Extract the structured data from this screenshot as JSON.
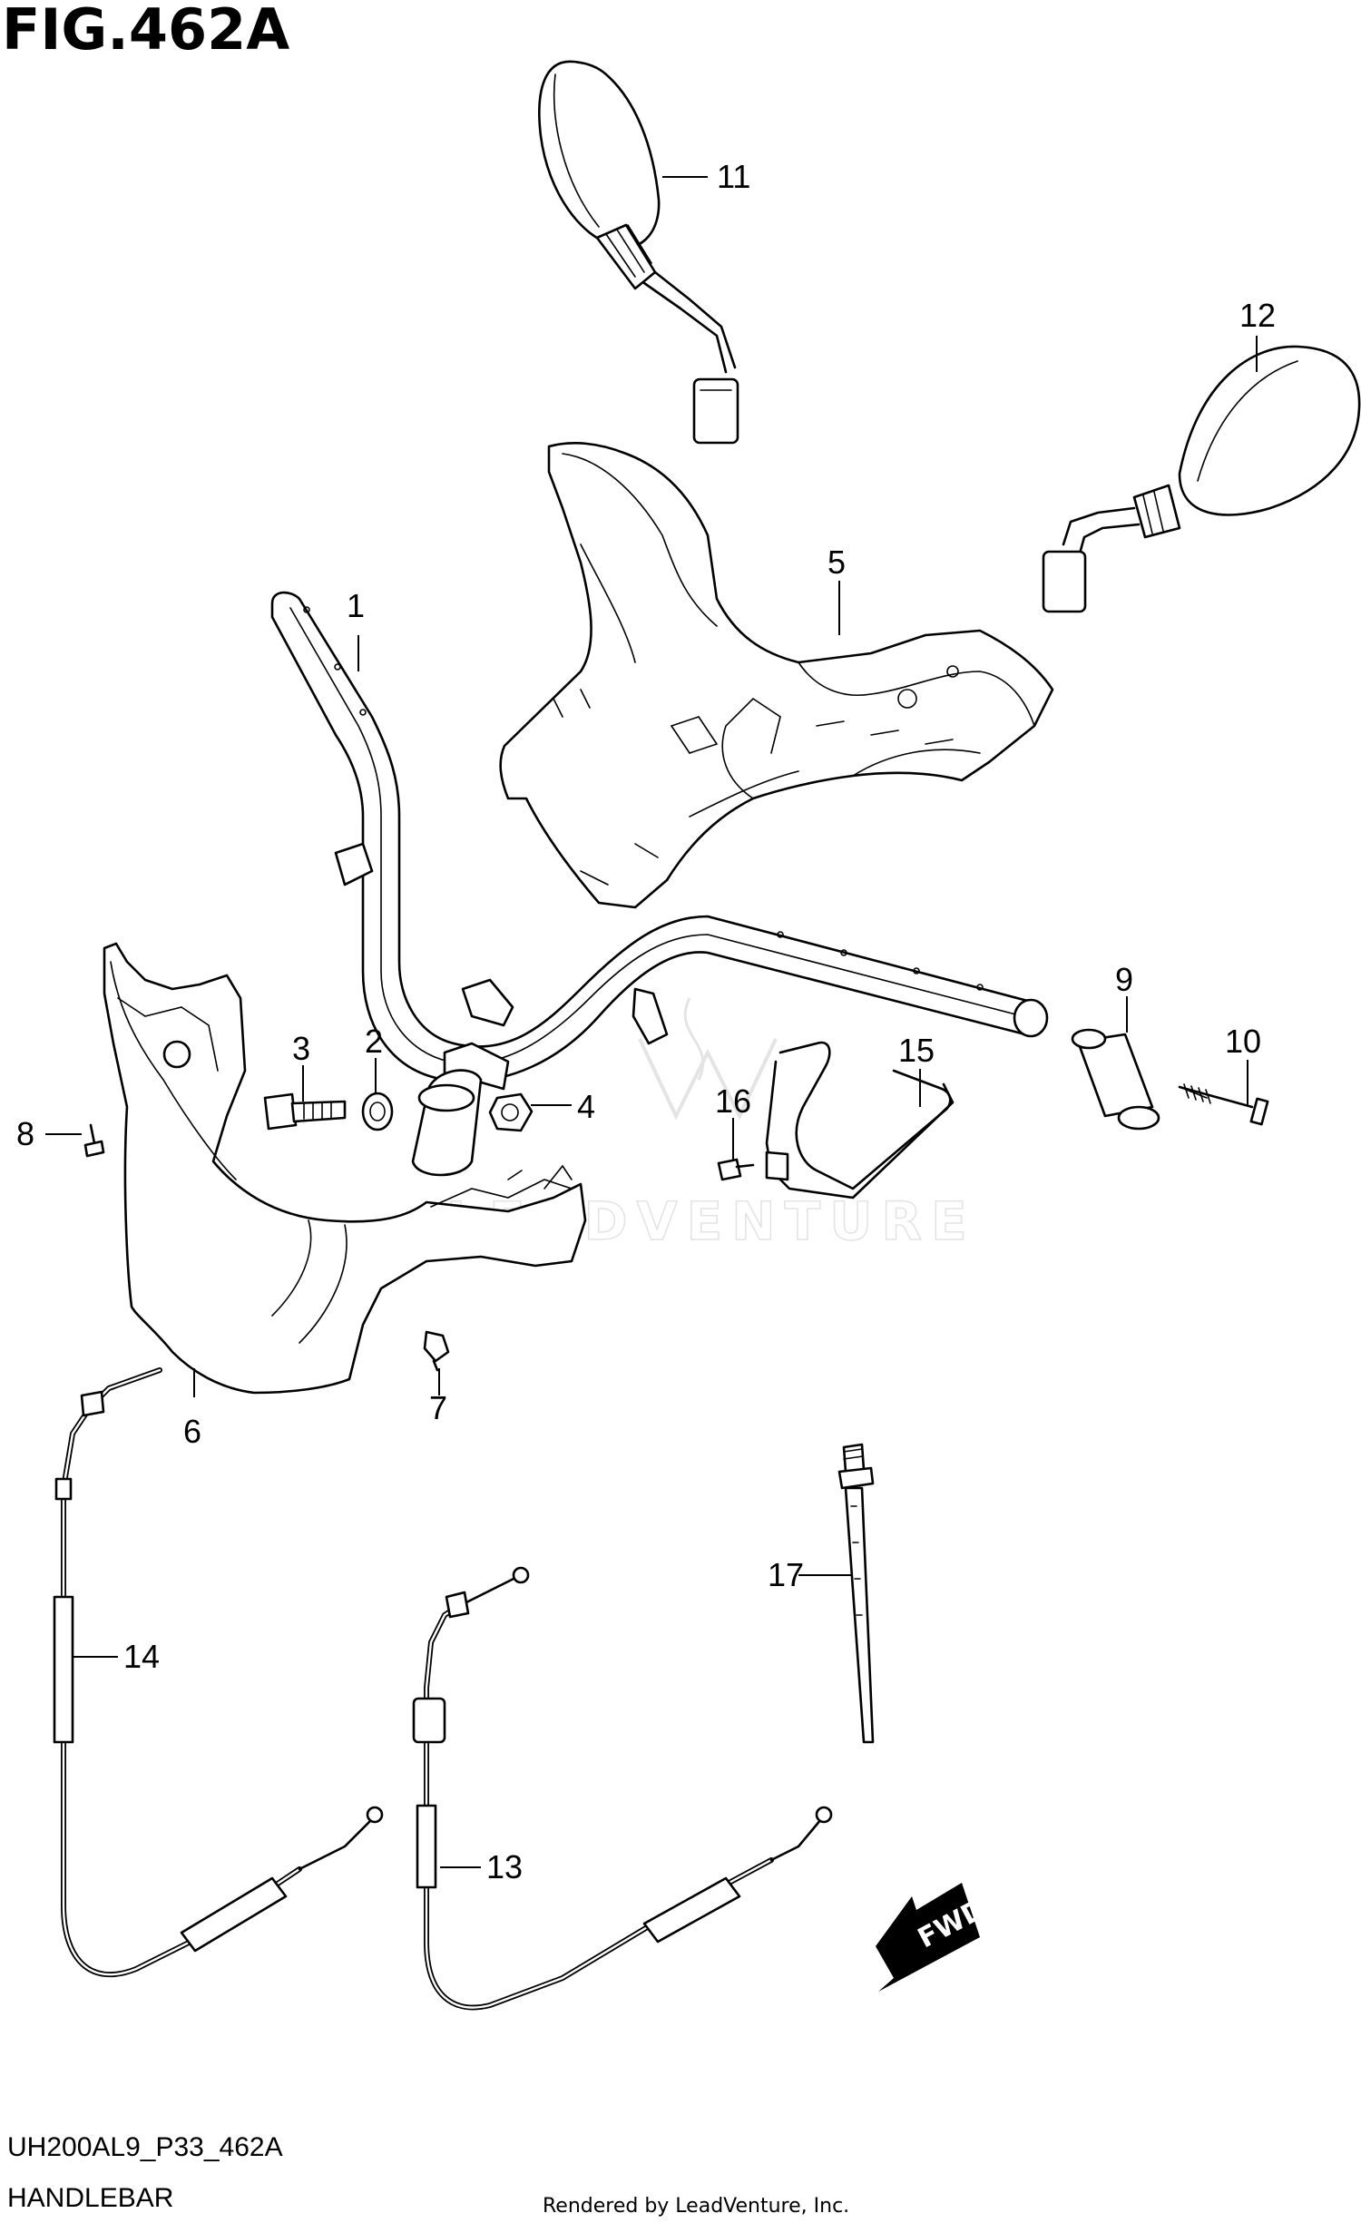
{
  "figure": {
    "title": "FIG.462A",
    "code": "UH200AL9_P33_462A",
    "name": "HANDLEBAR"
  },
  "credit": "Rendered by LeadVenture, Inc.",
  "watermark": "LEADVENTURE",
  "fwd_label": "FWD",
  "callouts": {
    "c1": "1",
    "c2": "2",
    "c3": "3",
    "c4": "4",
    "c5": "5",
    "c6": "6",
    "c7": "7",
    "c8": "8",
    "c9": "9",
    "c10": "10",
    "c11": "11",
    "c12": "12",
    "c13": "13",
    "c14": "14",
    "c15": "15",
    "c16": "16",
    "c17": "17"
  }
}
